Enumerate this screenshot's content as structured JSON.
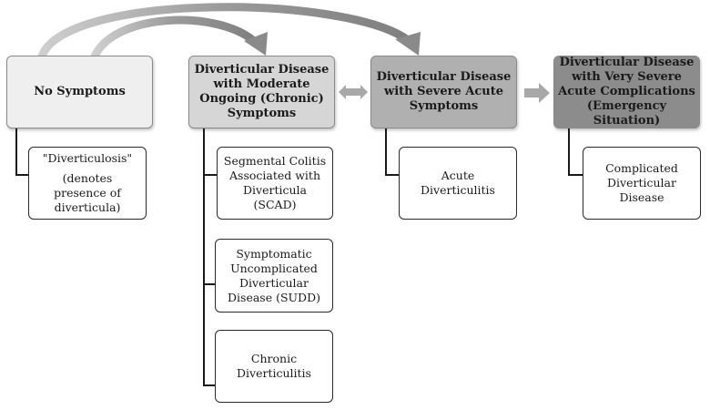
{
  "nodes": {
    "no_symptoms": {
      "title": "No Symptoms",
      "fill": "#efefef"
    },
    "moderate": {
      "title": "Diverticular Disease with Moderate Ongoing (Chronic) Symptoms",
      "fill": "#d6d6d6"
    },
    "severe": {
      "title": "Diverticular Disease with Severe Acute Symptoms",
      "fill": "#b0b0b0"
    },
    "very_severe": {
      "title": "Diverticular Disease with Very Severe Acute Complications (Emergency Situation)",
      "fill": "#8c8c8c"
    }
  },
  "subs": {
    "diverticulosis": {
      "line1": "\"Diverticulosis\"",
      "line2": "(denotes presence of diverticula)"
    },
    "scad": {
      "text": "Segmental Colitis Associated with Diverticula (SCAD)"
    },
    "sudd": {
      "text": "Symptomatic Uncomplicated Diverticular Disease (SUDD)"
    },
    "chronic": {
      "text": "Chronic Diverticulitis"
    },
    "acute": {
      "text": "Acute Diverticulitis"
    },
    "complicated": {
      "text": "Complicated Diverticular Disease"
    }
  },
  "colors": {
    "arrow_fill": "#a8a8a8",
    "connector": "#1a1a1a"
  }
}
